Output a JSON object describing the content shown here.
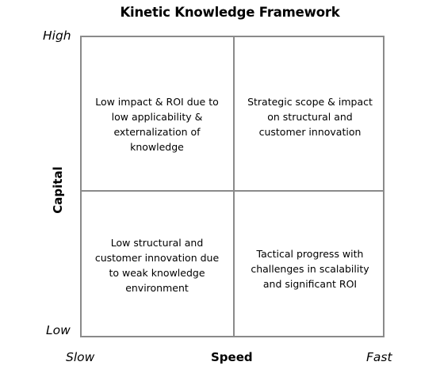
{
  "title": "Kinetic Knowledge Framework",
  "axes": {
    "x_label": "Speed",
    "x_low": "Slow",
    "x_high": "Fast",
    "y_label": "Capital",
    "y_low": "Low",
    "y_high": "High"
  },
  "quadrants": {
    "top_left": "Low impact & ROI due to low applicability & externalization of knowledge",
    "top_right": "Strategic scope & impact on structural and customer innovation",
    "bottom_left": "Low structural and customer innovation due to weak knowledge environment",
    "bottom_right": "Tactical progress with challenges in scalability and significant ROI"
  },
  "colors": {
    "grid_line": "#8a8a8a",
    "text": "#000000",
    "background": "#ffffff"
  }
}
